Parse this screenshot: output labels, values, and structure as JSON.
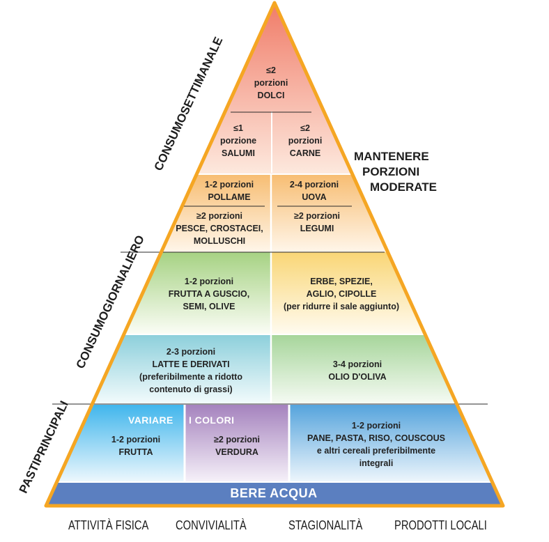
{
  "side_labels": {
    "weekly": [
      "CONSUMO",
      "SETTIMANALE"
    ],
    "daily": [
      "CONSUMO",
      "GIORNALIERO"
    ],
    "meals": [
      "PASTI",
      "PRINCIPALI"
    ]
  },
  "right_note": [
    "MANTENERE",
    "PORZIONI",
    "MODERATE"
  ],
  "tiers": {
    "sweets": [
      "≤2",
      "porzioni",
      "DOLCI"
    ],
    "cured_meats": [
      "≤1",
      "porzione",
      "SALUMI"
    ],
    "meat": [
      "≤2",
      "porzioni",
      "CARNE"
    ],
    "poultry": [
      "1-2 porzioni",
      "POLLAME"
    ],
    "eggs": [
      "2-4 porzioni",
      "UOVA"
    ],
    "fish": [
      "≥2 porzioni",
      "PESCE, CROSTACEI,",
      "MOLLUSCHI"
    ],
    "legumes": [
      "≥2 porzioni",
      "LEGUMI"
    ],
    "nuts": [
      "1-2 porzioni",
      "FRUTTA A GUSCIO,",
      "SEMI, OLIVE"
    ],
    "herbs": [
      "ERBE, SPEZIE,",
      "AGLIO, CIPOLLE",
      "(per ridurre il sale aggiunto)"
    ],
    "dairy": [
      "2-3 porzioni",
      "LATTE E DERIVATI",
      "(preferibilmente a ridotto",
      "contenuto di grassi)"
    ],
    "olive_oil": [
      "3-4 porzioni",
      "OLIO D'OLIVA"
    ],
    "fruit": [
      "1-2 porzioni",
      "FRUTTA"
    ],
    "vegetables": [
      "≥2 porzioni",
      "VERDURA"
    ],
    "cereals": [
      "1-2 porzioni",
      "PANE, PASTA, RISO, COUSCOUS",
      "e altri cereali preferibilmente",
      "integrali"
    ]
  },
  "variare": {
    "left": "VARIARE",
    "right": "I COLORI"
  },
  "water": "BERE ACQUA",
  "footer": [
    "ATTIVITÀ FISICA",
    "CONVIVIALITÀ",
    "STAGIONALITÀ",
    "PRODOTTI LOCALI"
  ],
  "colors": {
    "pyramid_border": "#f5a623",
    "water_band": "#5b7fc0",
    "sweets_top": "#f07a66",
    "sweets_bottom": "#fde3d4",
    "poultry_top": "#f8c27a",
    "nuts_top": "#a9d489",
    "herbs_top": "#fad97a",
    "dairy_top": "#8fd0dc",
    "olive_top": "#a8d69c",
    "fruit_top": "#4cb9ec",
    "vegetables_top": "#a985c0",
    "cereals_top": "#5aa7de"
  }
}
